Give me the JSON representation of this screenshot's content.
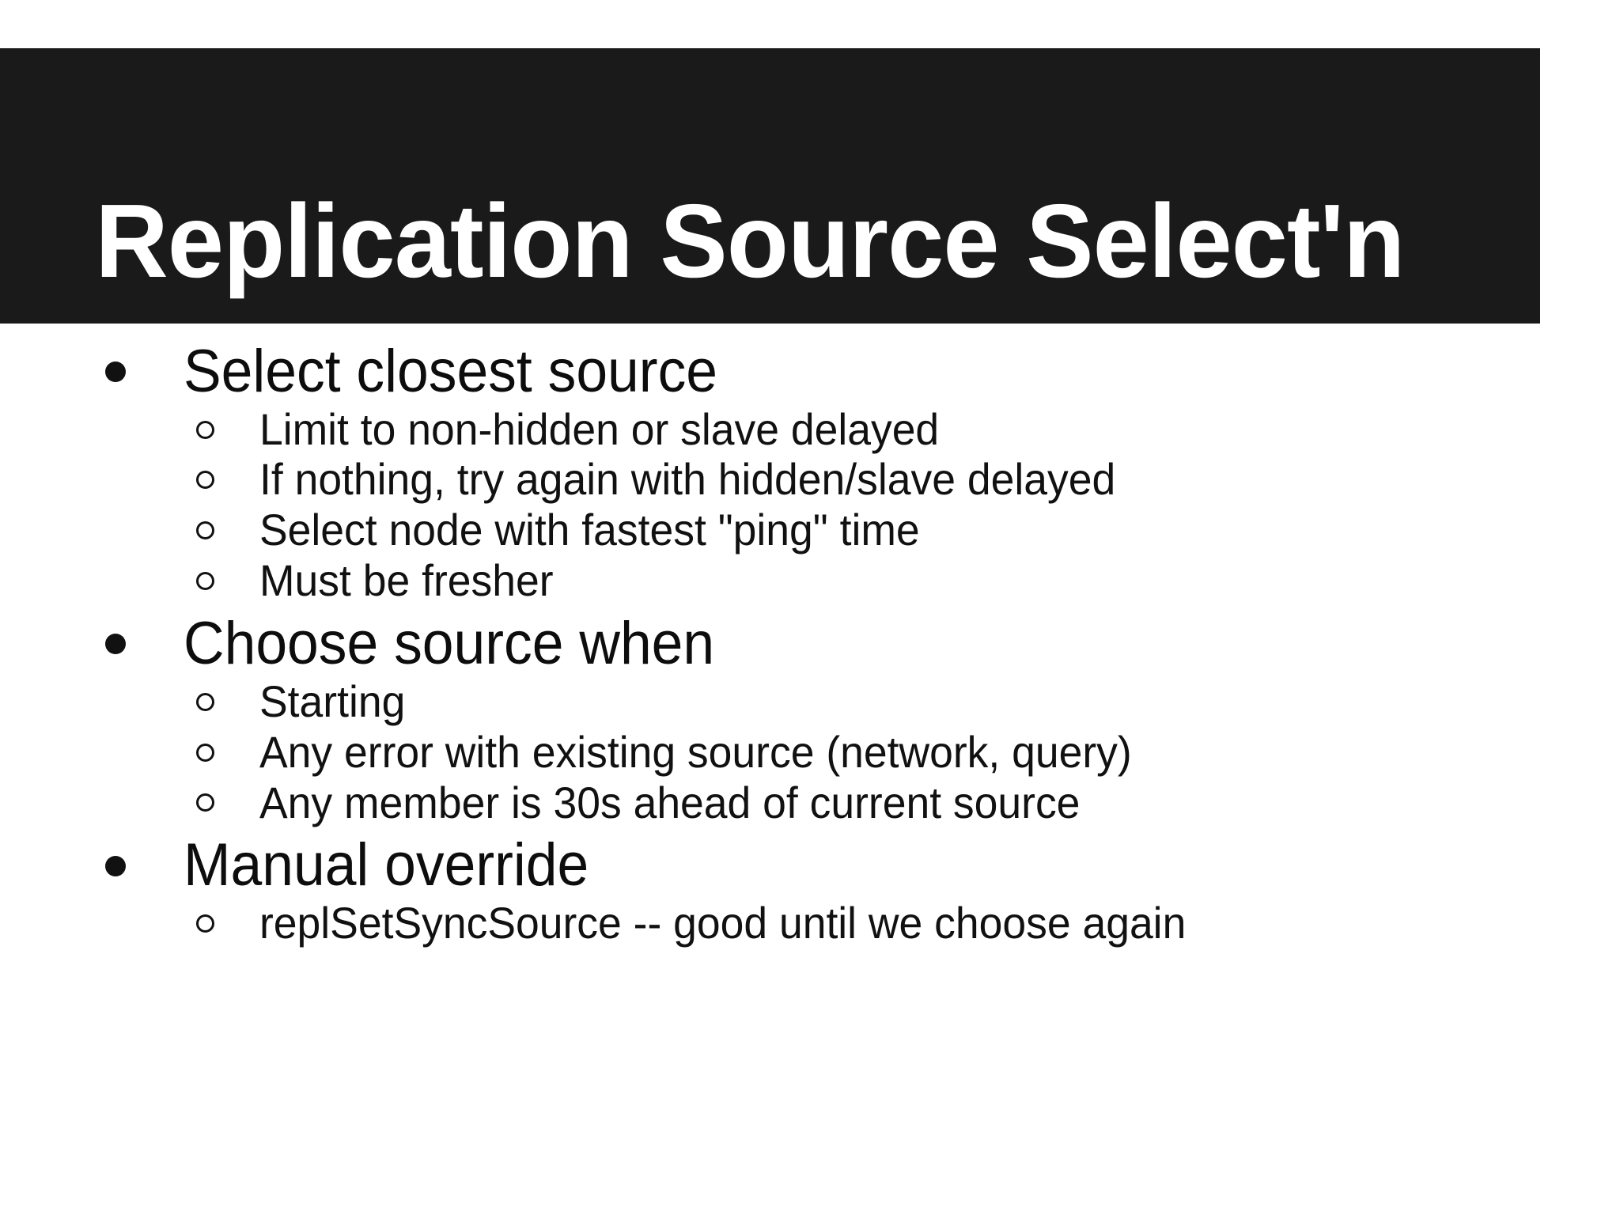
{
  "slide": {
    "title": "Replication Source Select'n",
    "banner_color": "#1a1a1a",
    "title_color": "#ffffff",
    "background_color": "#ffffff",
    "text_color": "#111111",
    "bullet_glyphs": {
      "level1": "filled-circle",
      "level2": "hollow-circle"
    },
    "content": [
      {
        "text": "Select closest source",
        "children": [
          {
            "text": "Limit to non-hidden or slave delayed"
          },
          {
            "text": "If nothing, try again with hidden/slave delayed"
          },
          {
            "text": "Select node with fastest \"ping\" time"
          },
          {
            "text": "Must be fresher"
          }
        ]
      },
      {
        "text": "Choose source when",
        "children": [
          {
            "text": "Starting"
          },
          {
            "text": "Any error with existing source (network, query)"
          },
          {
            "text": "Any member is 30s ahead of current source"
          }
        ]
      },
      {
        "text": "Manual override",
        "children": [
          {
            "text": "replSetSyncSource -- good until we choose again"
          }
        ]
      }
    ]
  }
}
